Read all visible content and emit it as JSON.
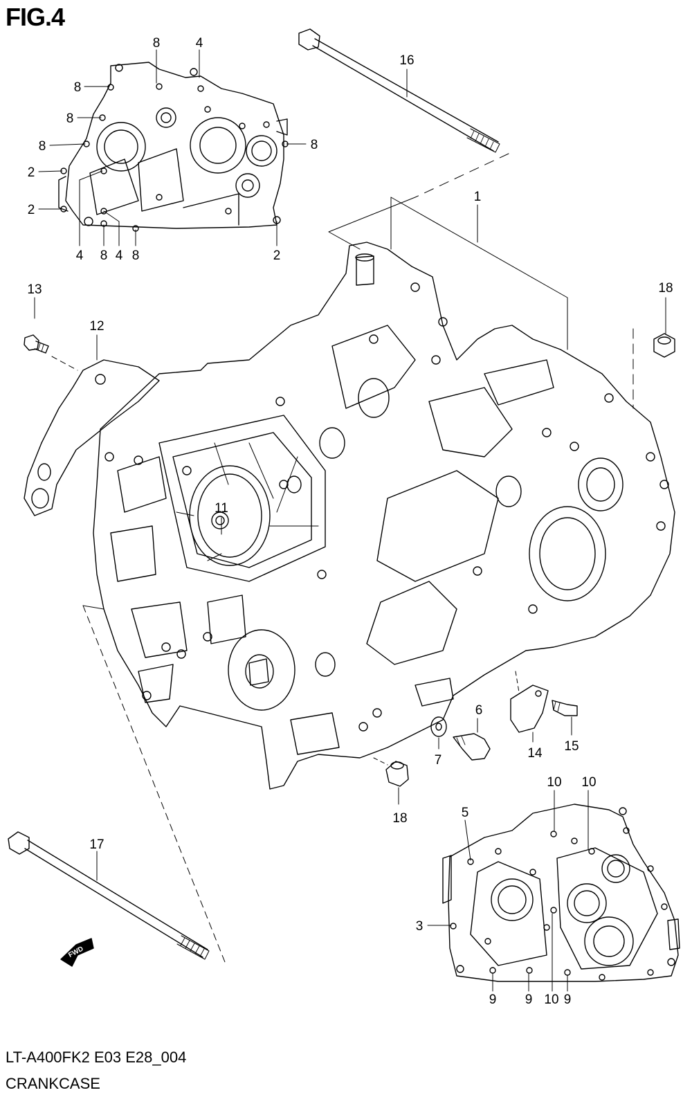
{
  "figure": {
    "title": "FIG.4",
    "model_code": "LT-A400FK2 E03 E28_004",
    "section_name": "CRANKCASE"
  },
  "callouts": [
    "8",
    "4",
    "8",
    "8",
    "8",
    "8",
    "2",
    "2",
    "4",
    "8",
    "4",
    "8",
    "2",
    "16",
    "1",
    "13",
    "12",
    "18",
    "11",
    "6",
    "7",
    "14",
    "15",
    "18",
    "17",
    "10",
    "10",
    "5",
    "3",
    "9",
    "9",
    "10",
    "9"
  ],
  "direction_marker": "FWD"
}
